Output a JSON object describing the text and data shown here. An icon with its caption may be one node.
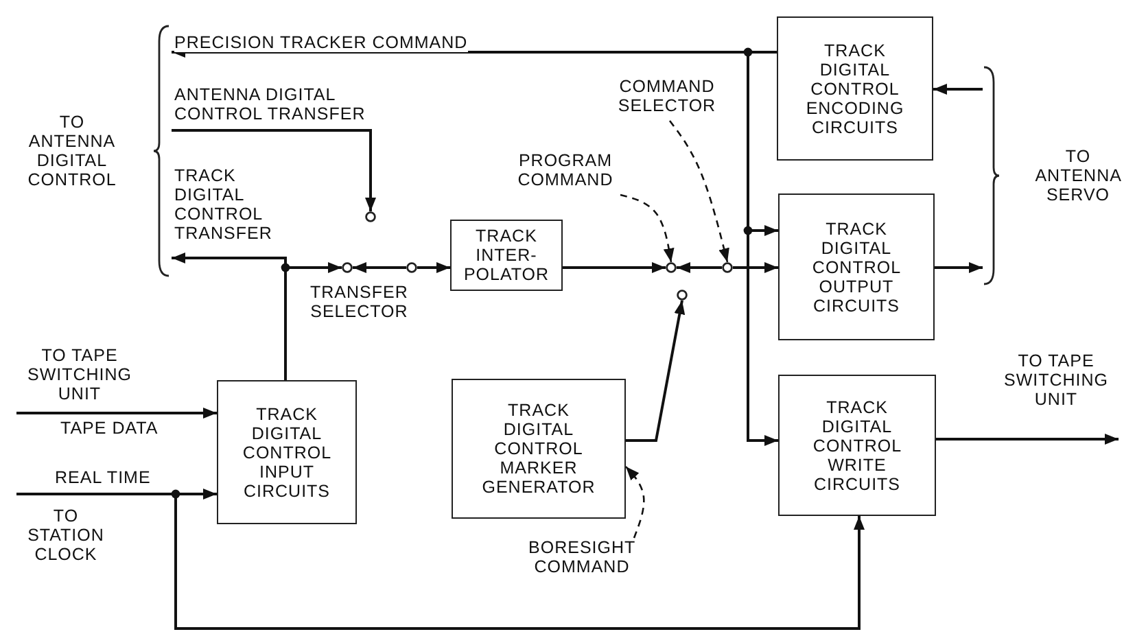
{
  "diagram": {
    "nodes": [
      {
        "text": [
          "TO ANTENNA DIGITAL CONTROL"
        ]
      },
      {
        "text": [
          "TO ANTENNA SERVO"
        ]
      },
      {
        "text": [
          "TO TAPE SWITCHING UNIT"
        ]
      },
      {
        "text": [
          "TO STATION CLOCK"
        ]
      },
      {
        "text": [
          "TO TAPE SWITCHING UNIT"
        ]
      },
      {
        "text": [
          "TRACK DIGITAL CONTROL ENCODING CIRCUITS"
        ]
      },
      {
        "text": [
          "TRACK DIGITAL CONTROL OUTPUT CIRCUITS"
        ]
      },
      {
        "text": [
          "TRACK INTER- POLATOR"
        ]
      },
      {
        "text": [
          "TRACK DIGITAL CONTROL INPUT CIRCUITS"
        ]
      },
      {
        "text": [
          "TRACK DIGITAL CONTROL MARKER GENERATOR"
        ]
      },
      {
        "text": [
          "TRACK DIGITAL CONTROL WRITE CIRCUITS"
        ]
      },
      {
        "text": [],
        "shape": "circle"
      },
      {
        "text": [],
        "shape": "circle"
      },
      {
        "text": [],
        "shape": "circle"
      },
      {
        "text": [],
        "shape": "circle"
      },
      {
        "text": [],
        "shape": "circle"
      },
      {
        "text": [],
        "shape": "circle"
      },
      {
        "text": [
          "COMMAND SELECTOR"
        ]
      },
      {
        "text": [
          "PROGRAM COMMAND"
        ]
      },
      {
        "text": [
          "BORESIGHT COMMAND"
        ]
      }
    ],
    "edges": [
      {
        "from": 5,
        "to": 0,
        "arrow": "to",
        "label": "PRECISION TRACKER COMMAND"
      },
      {
        "from": 5,
        "to": 6,
        "arrow": "to"
      },
      {
        "from": 5,
        "to": 10,
        "arrow": "to"
      },
      {
        "from": 1,
        "to": 5,
        "arrow": "to"
      },
      {
        "from": 6,
        "to": 1,
        "arrow": "to"
      },
      {
        "from": 0,
        "to": 11,
        "arrow": "to",
        "label": "ANTENNA DIGITAL CONTROL TRANSFER"
      },
      {
        "from": 8,
        "to": 0,
        "arrow": "to",
        "label": "TRACK DIGITAL CONTROL TRANSFER"
      },
      {
        "from": 8,
        "to": 12,
        "arrow": "to"
      },
      {
        "from": 13,
        "to": 12,
        "arrow": "to"
      },
      {
        "from": 13,
        "to": 7,
        "arrow": "to"
      },
      {
        "from": 7,
        "to": 14,
        "arrow": "to"
      },
      {
        "from": 15,
        "to": 14,
        "arrow": "to"
      },
      {
        "from": 15,
        "to": 6,
        "arrow": "to"
      },
      {
        "from": 9,
        "to": 16,
        "arrow": "to"
      },
      {
        "from": 2,
        "to": 8,
        "arrow": "to",
        "label": "TAPE DATA"
      },
      {
        "from": 3,
        "to": 8,
        "arrow": "to",
        "label": "REAL TIME"
      },
      {
        "from": 3,
        "to": 10,
        "arrow": "to"
      },
      {
        "from": 10,
        "to": 4,
        "arrow": "to"
      },
      {
        "from": 17,
        "to": 15,
        "arrow": "to",
        "style": "dashed"
      },
      {
        "from": 18,
        "to": 14,
        "arrow": "to",
        "style": "dashed"
      },
      {
        "from": 19,
        "to": 9,
        "arrow": "to",
        "style": "dashed"
      }
    ],
    "labels": [
      "TRANSFER SELECTOR"
    ]
  }
}
